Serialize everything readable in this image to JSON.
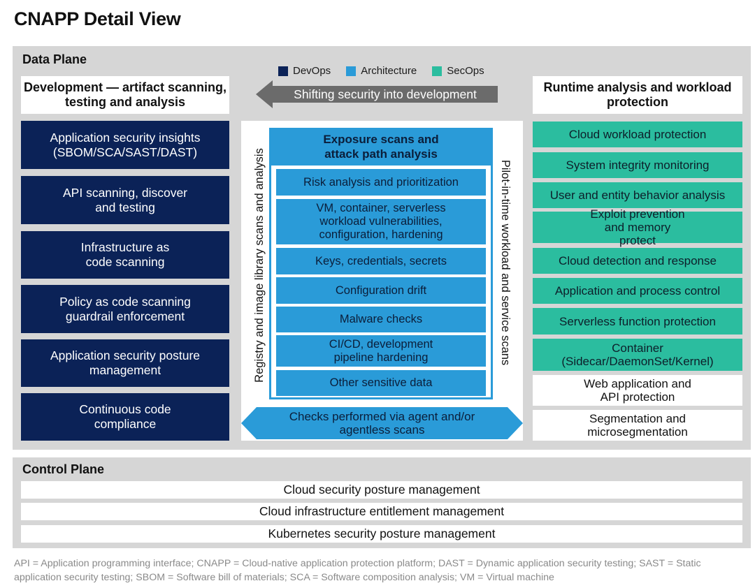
{
  "title": "CNAPP Detail View",
  "data_plane": {
    "label": "Data Plane",
    "legend": [
      {
        "label": "DevOps",
        "color": "#0b2257"
      },
      {
        "label": "Architecture",
        "color": "#2a9bd8"
      },
      {
        "label": "SecOps",
        "color": "#2bbd9f"
      }
    ],
    "shift_arrow": "Shifting security into development",
    "left_header": "Development — artifact scanning, testing and analysis",
    "right_header": "Runtime analysis and workload protection",
    "devops_items": [
      "Application security insights (SBOM/SCA/SAST/DAST)",
      "API scanning, discover and testing",
      "Infrastructure as code scanning",
      "Policy as code scanning guardrail enforcement",
      "Application security posture management",
      "Continuous code compliance"
    ],
    "architecture_title": "Exposure scans and attack path analysis",
    "architecture_items": [
      "Risk analysis and prioritization",
      "VM, container, serverless workload vulnerabilities, configuration, hardening",
      "Keys, credentials, secrets",
      "Configuration drift",
      "Malware checks",
      "CI/CD, development pipeline hardening",
      "Other sensitive data"
    ],
    "left_vertical": "Registry and image library scans and analysis",
    "right_vertical": "Pilot-in-time workload and service scans",
    "bottom_arrow": "Checks performed via agent and/or agentless scans",
    "secops_items": [
      "Cloud workload protection",
      "System integrity monitoring",
      "User and entity behavior analysis",
      "Exploit prevention and memory protect",
      "Cloud detection and response",
      "Application and process control",
      "Serverless function protection",
      "Container (Sidecar/DaemonSet/Kernel)"
    ],
    "white_items": [
      "Web application and API protection",
      "Segmentation and microsegmentation"
    ]
  },
  "control_plane": {
    "label": "Control Plane",
    "items": [
      "Cloud security posture management",
      "Cloud infrastructure entitlement management",
      "Kubernetes security posture management"
    ]
  },
  "footnote": "API = Application programming interface; CNAPP = Cloud-native application protection platform; DAST = Dynamic application security testing; SAST = Static application security testing; SBOM = Software bill of materials; SCA = Software composition analysis; VM = Virtual machine"
}
